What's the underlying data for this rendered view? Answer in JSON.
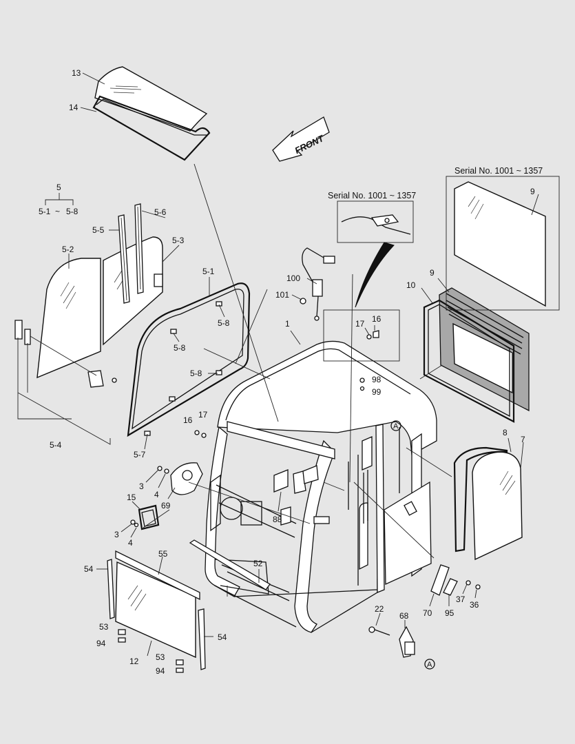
{
  "diagram": {
    "front_label": "FRONT",
    "serial_labels": [
      {
        "id": "serial-a",
        "text": "Serial No. 1001 ~ 1357"
      },
      {
        "id": "serial-b",
        "text": "Serial No. 1001 ~ 1357"
      }
    ],
    "circle_marker": "A",
    "callouts": [
      "13",
      "14",
      "5",
      "5-1",
      "~",
      "5-8",
      "5-6",
      "5-5",
      "5-3",
      "5-2",
      "5-1",
      "5-8",
      "5-8",
      "5-8",
      "5-4",
      "5-7",
      "9",
      "9",
      "10",
      "100",
      "101",
      "1",
      "17",
      "16",
      "98",
      "99",
      "16",
      "17",
      "8",
      "7",
      "3",
      "4",
      "69",
      "15",
      "3",
      "4",
      "88",
      "55",
      "54",
      "52",
      "53",
      "94",
      "12",
      "53",
      "94",
      "54",
      "22",
      "68",
      "70",
      "95",
      "37",
      "36"
    ]
  }
}
